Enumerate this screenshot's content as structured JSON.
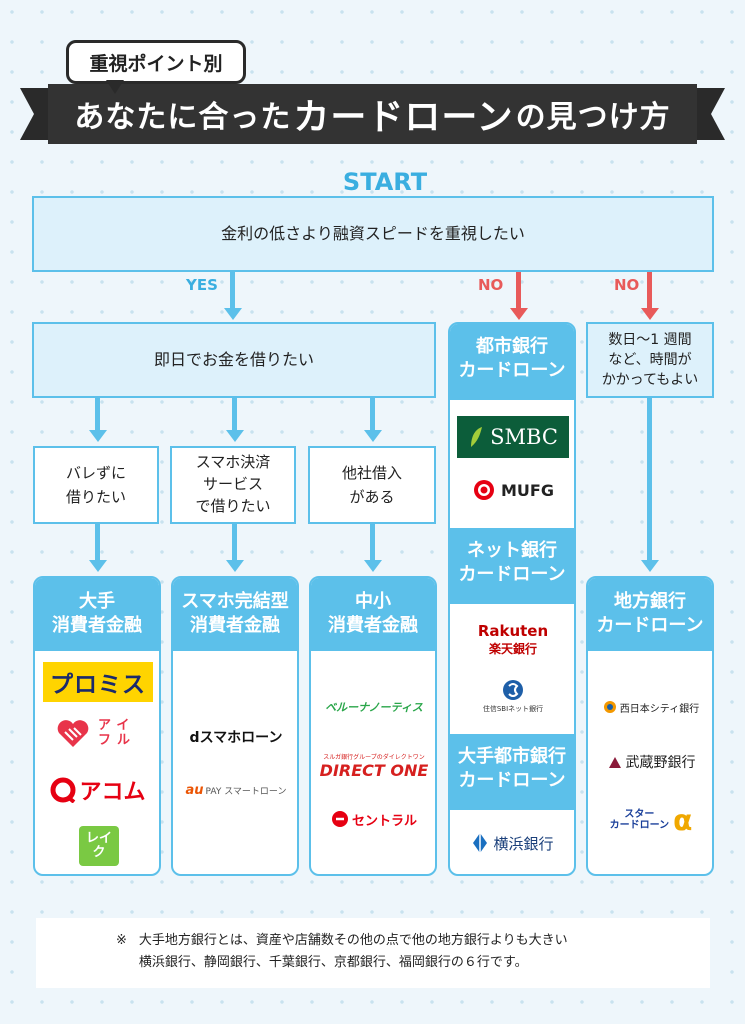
{
  "header": {
    "tag": "重視ポイント別",
    "title_pre": "あなたに合った",
    "title_big": "カードローン",
    "title_post": "の見つけ方"
  },
  "start": "START",
  "q_top": "金利の低さより融資スピードを重視したい",
  "yes_label": "YES",
  "no_label_1": "NO",
  "no_label_2": "NO",
  "q_today": "即日でお金を借りたい",
  "q_days": [
    "数日〜1 週間",
    "など、時間が",
    "かかってもよい"
  ],
  "cond": {
    "secret": [
      "バレずに",
      "借りたい"
    ],
    "smartpay": [
      "スマホ決済",
      "サービス",
      "で借りたい"
    ],
    "other": [
      "他社借入",
      "がある"
    ]
  },
  "categories": {
    "major": [
      "大手",
      "消費者金融"
    ],
    "smart": [
      "スマホ完結型",
      "消費者金融"
    ],
    "small": [
      "中小",
      "消費者金融"
    ],
    "city": [
      "都市銀行",
      "カードローン"
    ],
    "net": [
      "ネット銀行",
      "カードローン"
    ],
    "bigcity": [
      "大手都市銀行",
      "カードローン"
    ],
    "regional": [
      "地方銀行",
      "カードローン"
    ]
  },
  "logos": {
    "promise": "プロミス",
    "aiful": "アイフル",
    "acom": "アコム",
    "lake": "レイク",
    "dsmart": "dスマホローン",
    "aupay_au": "au",
    "aupay_rest": "PAY スマートローン",
    "belle": "ベルーナノーティス",
    "direct_sub": "スルガ銀行グループのダイレクトワン",
    "direct": "DIRECT ONE",
    "central": "セントラル",
    "smbc": "SMBC",
    "mufg": "MUFG",
    "rakuten_en": "Rakuten",
    "rakuten_jp": "楽天銀行",
    "sbi": "住信SBIネット銀行",
    "yokohama": "横浜銀行",
    "nishinihon": "西日本シティ銀行",
    "musashino": "武蔵野銀行",
    "star_line1": "スター",
    "star_line2": "カードローン",
    "star_alpha": "α"
  },
  "note": {
    "mark": "※",
    "line1": "大手地方銀行とは、資産や店舗数その他の点で他の地方銀行よりも大きい",
    "line2": "横浜銀行、静岡銀行、千葉銀行、京都銀行、福岡銀行の６行です。"
  },
  "colors": {
    "accent": "#5cc0ea",
    "no_red": "#e85a5a",
    "header_dark": "#333333",
    "promise_yellow": "#ffd400",
    "aiful_red": "#e8344a",
    "acom_red": "#e60012",
    "lake_green": "#7ac943",
    "smbc_green": "#0c5d3a",
    "mufg_red": "#e60012",
    "rakuten_red": "#bf0000"
  }
}
